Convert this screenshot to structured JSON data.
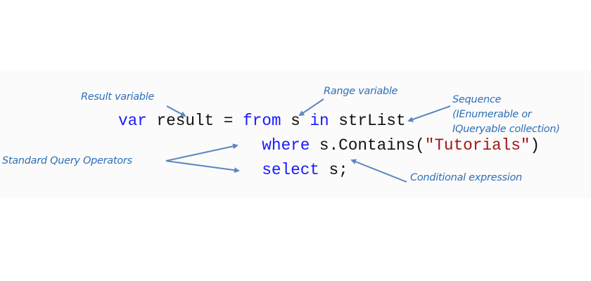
{
  "code": {
    "line1": {
      "kw1": "var",
      "t1": " result = ",
      "kw2": "from",
      "t2": " s ",
      "kw3": "in",
      "t3": " strList"
    },
    "line2": {
      "indent": "               ",
      "kw": "where",
      "t1": " s.Contains(",
      "str": "\"Tutorials\"",
      "t2": ")"
    },
    "line3": {
      "indent": "               ",
      "kw": "select",
      "t1": " s;"
    }
  },
  "annotations": {
    "result_variable": "Result variable",
    "range_variable": "Range variable",
    "sequence": "Sequence",
    "sequence_line2": "(IEnumerable or",
    "sequence_line3": "IQueryable collection)",
    "standard_query_operators": "Standard Query Operators",
    "conditional_expression": "Conditional expression"
  },
  "colors": {
    "keyword": "#1a1aff",
    "string": "#a31515",
    "annotation": "#2f6fb6",
    "arrow": "#5b87c0"
  }
}
